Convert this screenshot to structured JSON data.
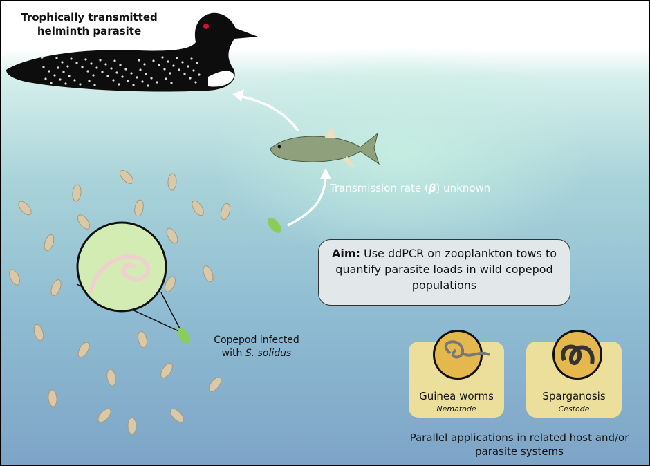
{
  "title": "Trophically transmitted helminth parasite",
  "transmission": {
    "prefix": "Transmission rate (",
    "symbol": "β",
    "suffix": ") unknown"
  },
  "copepod_label": {
    "line1": "Copepod infected",
    "line2_prefix": "with ",
    "species": "S. solidus"
  },
  "aim": {
    "label": "Aim:",
    "text": " Use ddPCR on zooplankton tows to quantify parasite loads in wild copepod populations"
  },
  "applications": [
    {
      "name": "Guinea worms",
      "type": "Nematode"
    },
    {
      "name": "Sparganosis",
      "type": "Cestode"
    }
  ],
  "parallel_text": "Parallel applications in related host and/or parasite systems",
  "colors": {
    "arrow": "#ffffff",
    "magnifier": "#d3ecb4",
    "card": "#ebdf9b",
    "badge": "#e4b84c"
  }
}
